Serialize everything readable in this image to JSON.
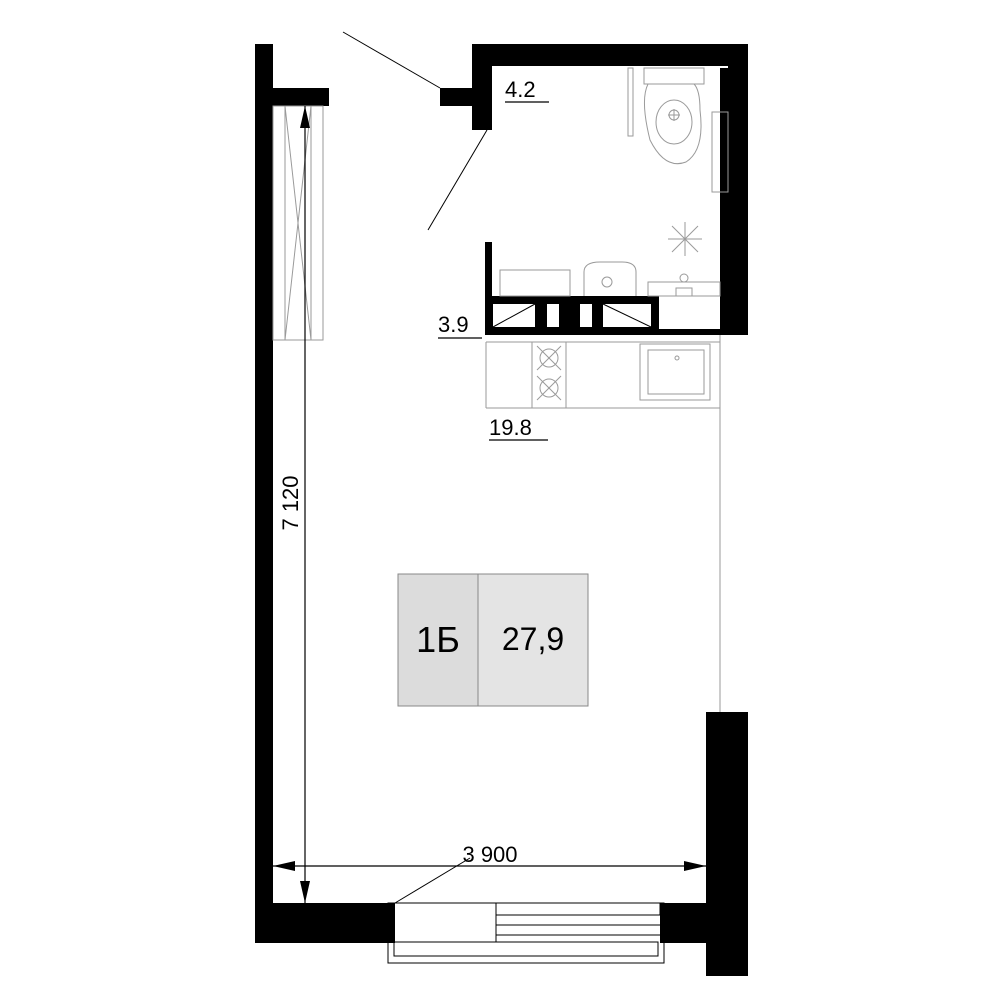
{
  "rooms": {
    "wc_area": "4.2",
    "hall_area": "3.9",
    "living_area": "19.8"
  },
  "badge": {
    "type": "1Б",
    "total_area": "27,9",
    "colors": {
      "fill": "#dcdcdc",
      "fill_right": "#e4e4e4",
      "border": "#888888"
    }
  },
  "dimensions": {
    "height": "7 120",
    "width": "3 900"
  },
  "fixtures": [
    "toilet-icon",
    "sink-icon",
    "shower-drain-icon",
    "stove-icon",
    "kitchen-sink-icon",
    "wardrobe-icon",
    "balcony-icon",
    "door-swing-icon"
  ]
}
